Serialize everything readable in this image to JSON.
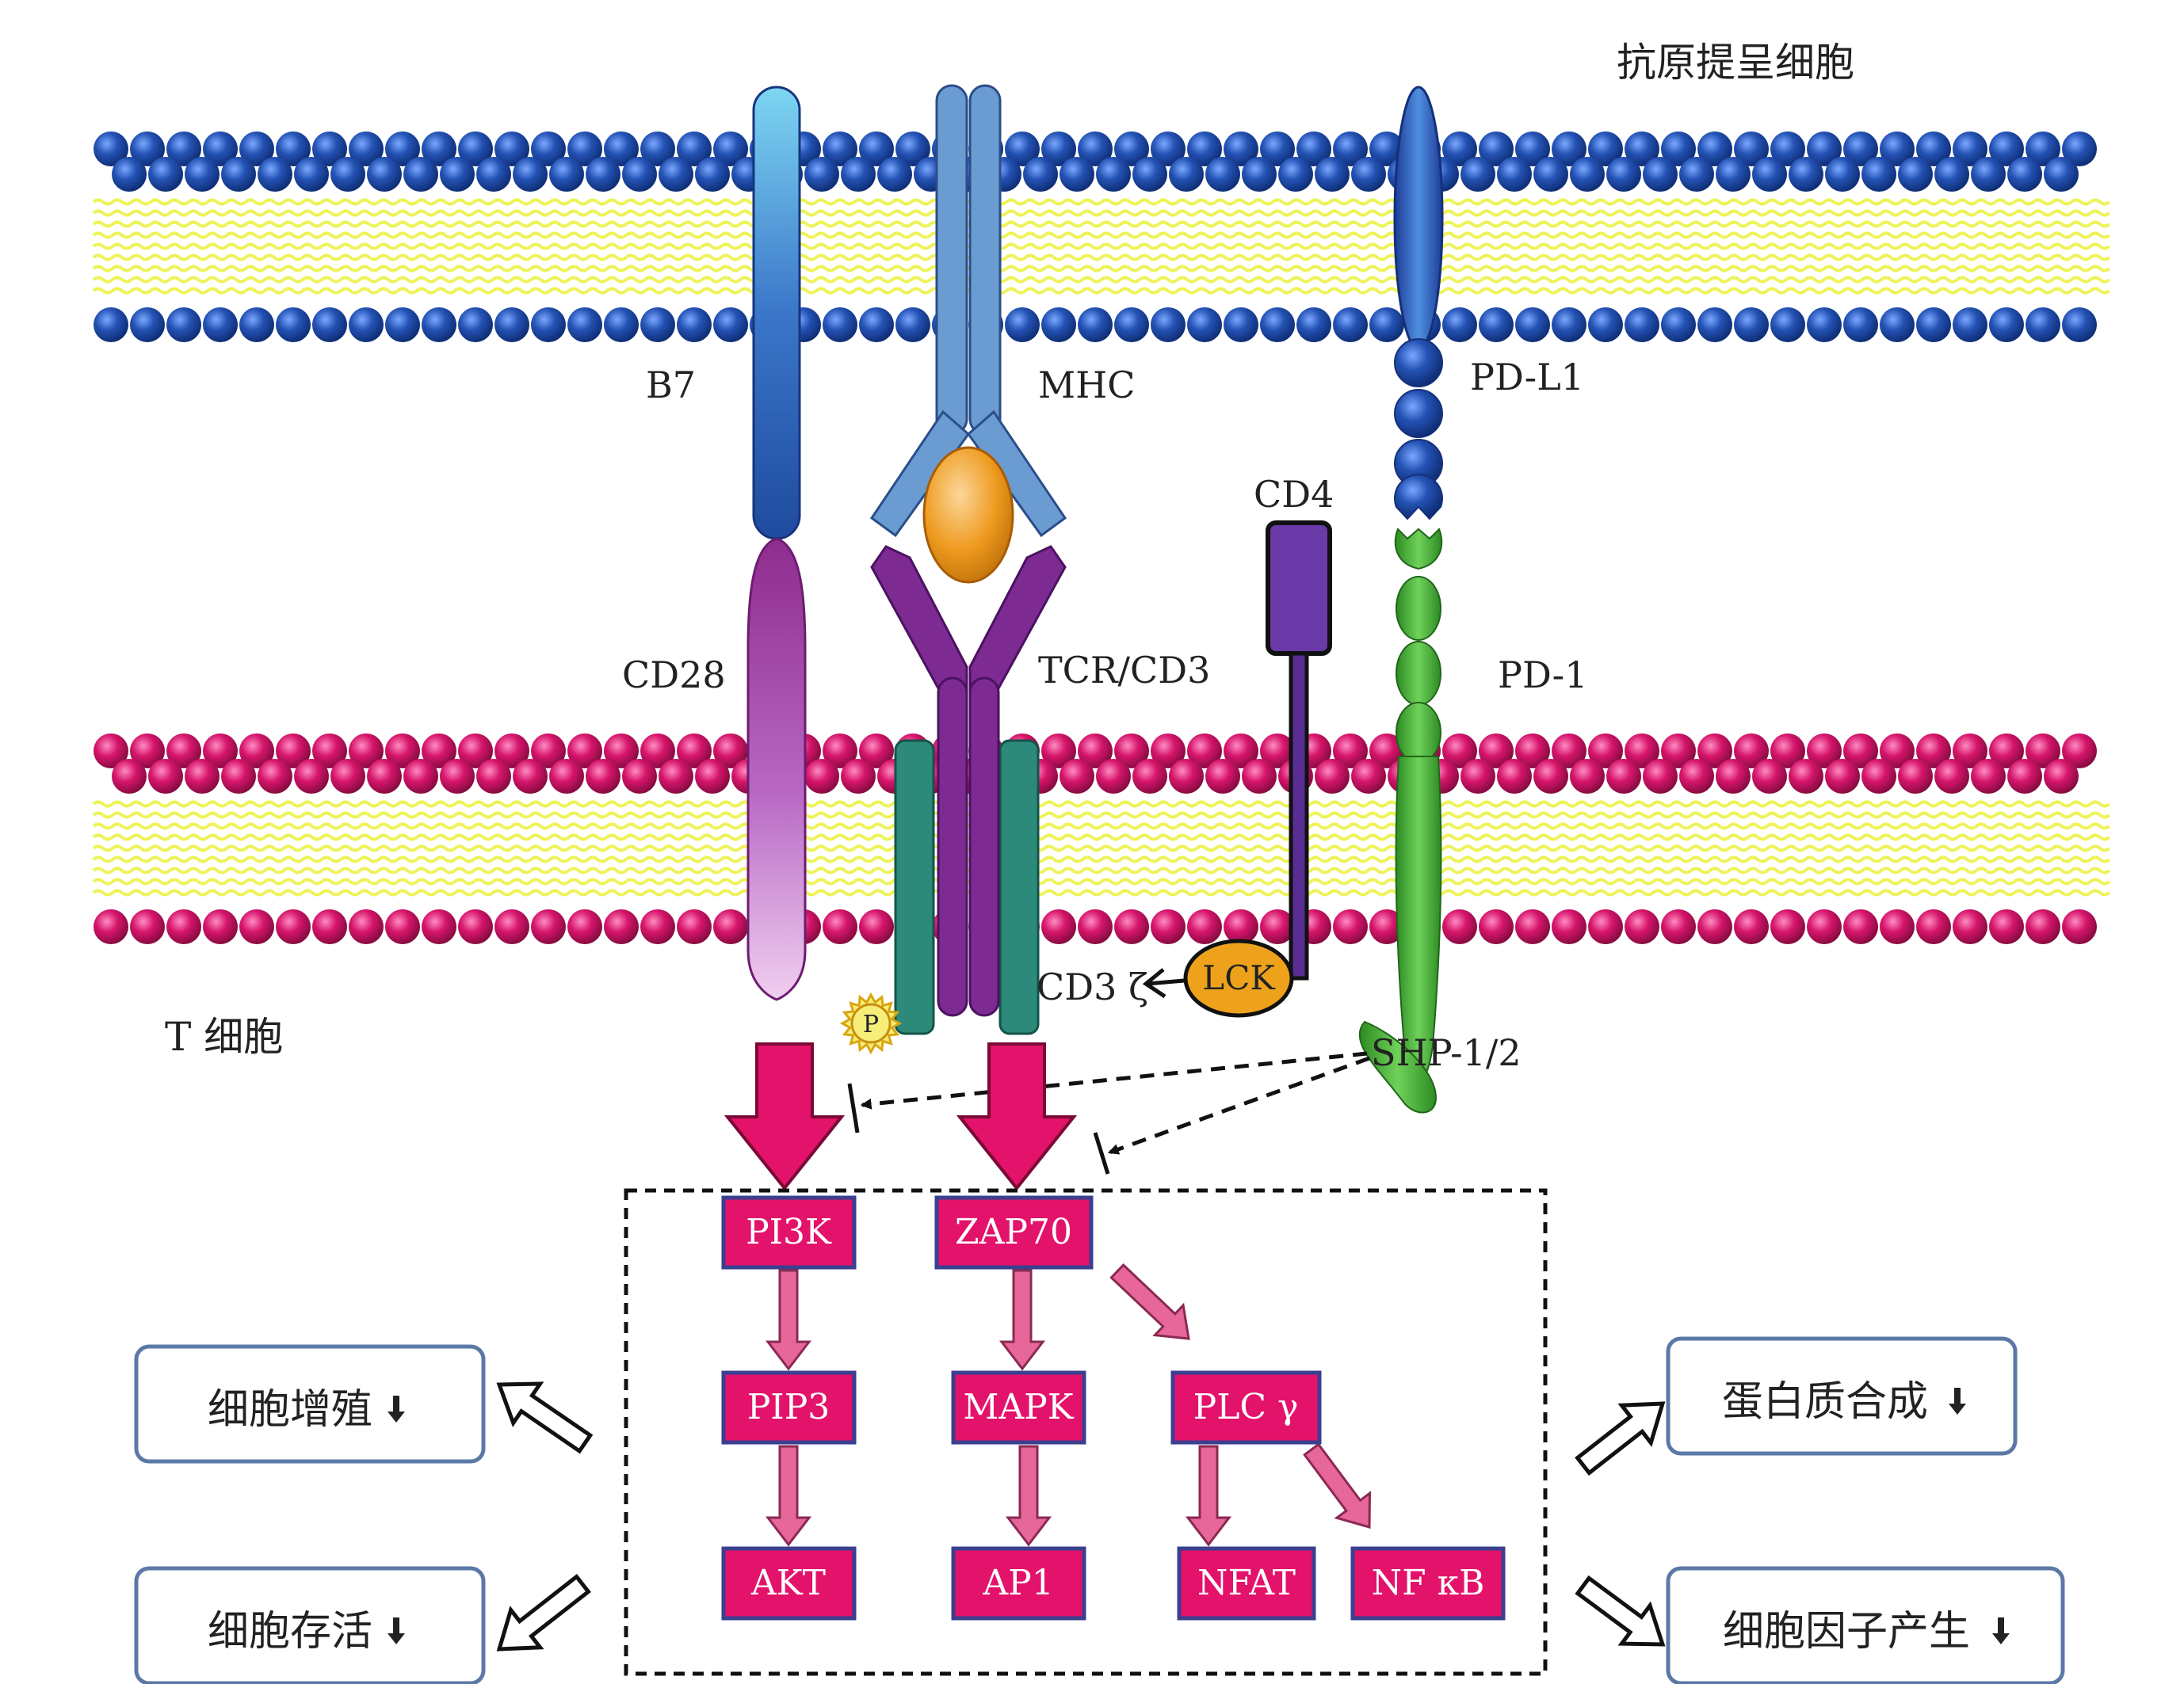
{
  "labels": {
    "apc": "抗原提呈细胞",
    "tcell": "T 细胞",
    "b7": "B7",
    "mhc": "MHC",
    "cd28": "CD28",
    "tcr": "TCR/CD3",
    "cd4": "CD4",
    "pdl1": "PD-L1",
    "pd1": "PD-1",
    "cd3z": "CD3 ζ",
    "lck": "LCK",
    "shp": "SHP-1/2",
    "phospho": "P"
  },
  "nodes": {
    "pi3k": "PI3K",
    "zap70": "ZAP70",
    "pip3": "PIP3",
    "mapk": "MAPK",
    "plcg": "PLC γ",
    "akt": "AKT",
    "ap1": "AP1",
    "nfat": "NFAT",
    "nfkb": "NF κB"
  },
  "outcomes": {
    "proliferation": "细胞增殖",
    "survival": "细胞存活",
    "protein": "蛋白质合成",
    "cytokine": "细胞因子产生"
  },
  "colors": {
    "apc_head": "#1f4fa0",
    "tcell_head": "#d6156b",
    "lipid_tail": "#eef35a",
    "node_fill": "#e3126a",
    "node_border": "#3b3f8f",
    "arrow_big": "#e3126a",
    "arrow_small": "#e8679a",
    "outcome_border": "#5b78a6"
  }
}
